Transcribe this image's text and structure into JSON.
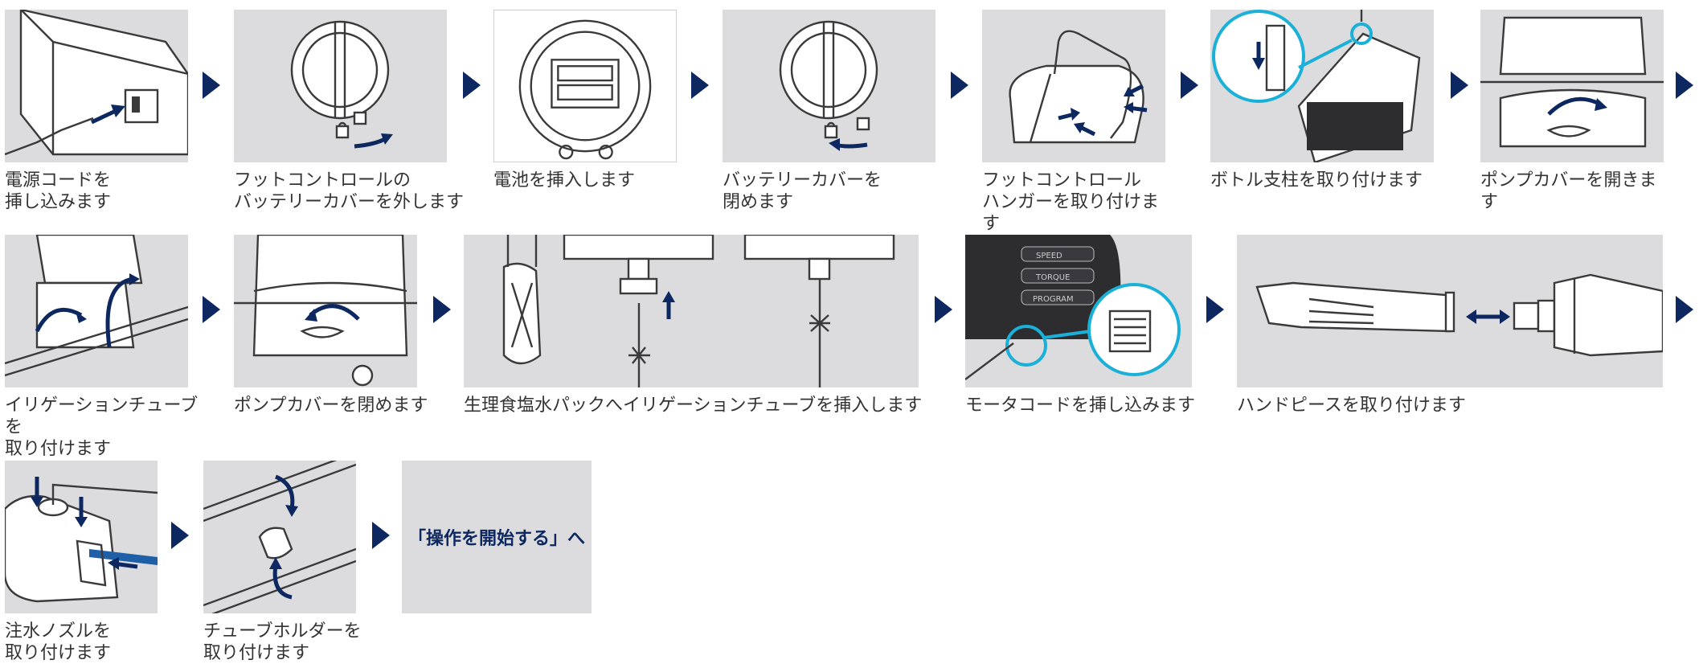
{
  "steps": [
    {
      "caption": "電源コードを\n挿し込みます",
      "illustration": "power-cord-icon"
    },
    {
      "caption": "フットコントロールの\nバッテリーカバーを外します",
      "illustration": "battery-cover-open-icon"
    },
    {
      "caption": "電池を挿入します",
      "illustration": "battery-insert-icon"
    },
    {
      "caption": "バッテリーカバーを\n閉めます",
      "illustration": "battery-cover-close-icon"
    },
    {
      "caption": "フットコントロール\nハンガーを取り付けます",
      "illustration": "hanger-icon"
    },
    {
      "caption": "ボトル支柱を取り付けます",
      "illustration": "bottle-pole-icon"
    },
    {
      "caption": "ポンプカバーを開きます",
      "illustration": "pump-cover-open-icon"
    },
    {
      "caption": "イリゲーションチューブを\n取り付けます",
      "illustration": "irrigation-tube-icon"
    },
    {
      "caption": "ポンプカバーを閉めます",
      "illustration": "pump-cover-close-icon"
    },
    {
      "caption": "生理食塩水パックへイリゲーションチューブを挿入します",
      "illustration": "saline-pack-icon"
    },
    {
      "caption": "モータコードを挿し込みます",
      "illustration": "motor-cord-icon"
    },
    {
      "caption": "ハンドピースを取り付けます",
      "illustration": "handpiece-icon"
    },
    {
      "caption": "注水ノズルを\n取り付けます",
      "illustration": "nozzle-icon"
    },
    {
      "caption": "チューブホルダーを\n取り付けます",
      "illustration": "tube-holder-icon"
    }
  ],
  "device_labels": [
    "SPEED",
    "TORQUE",
    "PROGRAM"
  ],
  "final_link": "「操作を開始する」へ",
  "colors": {
    "panel": "#dcdcde",
    "arrow": "#0d2860",
    "highlight": "#1ab0d8",
    "text": "#333333"
  }
}
